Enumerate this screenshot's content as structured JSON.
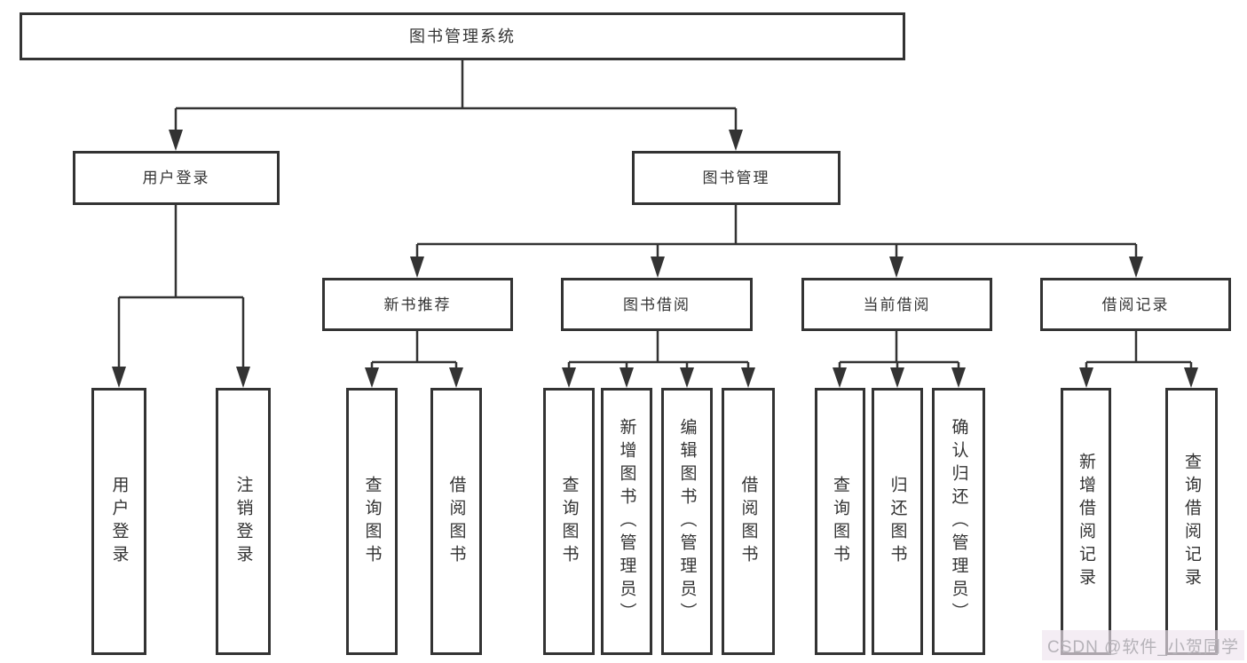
{
  "colors": {
    "line": "#333333",
    "box_border": "#333333",
    "box_background": "#ffffff",
    "text": "#333333",
    "watermark_text": "#b5b2b8"
  },
  "watermark": {
    "text": "CSDN @软件_小贺同学"
  },
  "tree": {
    "root": {
      "label": "图书管理系统"
    },
    "branches": [
      {
        "label": "用户登录",
        "children": [
          {
            "label": "用户登录"
          },
          {
            "label": "注销登录"
          }
        ]
      },
      {
        "label": "图书管理",
        "children": [
          {
            "label": "新书推荐",
            "children": [
              {
                "label": "查询图书"
              },
              {
                "label": "借阅图书"
              }
            ]
          },
          {
            "label": "图书借阅",
            "children": [
              {
                "label": "查询图书"
              },
              {
                "label": "新增图书（管理员）"
              },
              {
                "label": "编辑图书（管理员）"
              },
              {
                "label": "借阅图书"
              }
            ]
          },
          {
            "label": "当前借阅",
            "children": [
              {
                "label": "查询图书"
              },
              {
                "label": "归还图书"
              },
              {
                "label": "确认归还（管理员）"
              }
            ]
          },
          {
            "label": "借阅记录",
            "children": [
              {
                "label": "新增借阅记录"
              },
              {
                "label": "查询借阅记录"
              }
            ]
          }
        ]
      }
    ]
  }
}
